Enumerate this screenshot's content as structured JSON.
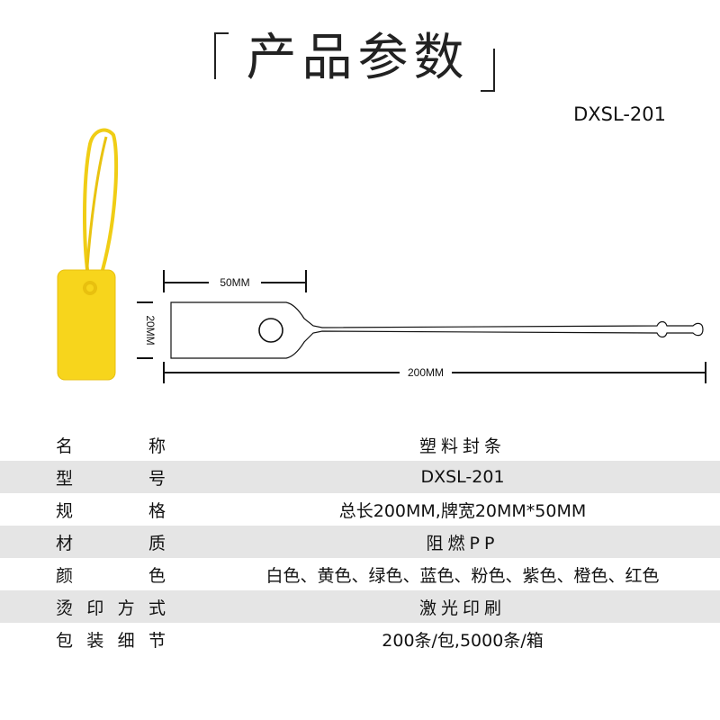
{
  "title": "产品参数",
  "model_code": "DXSL-201",
  "dimensions": {
    "width_label": "50MM",
    "height_label": "20MM",
    "length_label": "200MM"
  },
  "colors": {
    "seal_yellow": "#f7d51c",
    "seal_yellow_dark": "#e8c00f",
    "row_shade": "#e5e5e5"
  },
  "specs": [
    {
      "label": "名称",
      "value": "塑料封条"
    },
    {
      "label": "型号",
      "value": "DXSL-201"
    },
    {
      "label": "规格",
      "value": "总长200MM,牌宽20MM*50MM"
    },
    {
      "label": "材质",
      "value": "阻燃PP"
    },
    {
      "label": "颜色",
      "value": "白色、黄色、绿色、蓝色、粉色、紫色、橙色、红色"
    },
    {
      "label": "烫印方式",
      "value": "激光印刷"
    },
    {
      "label": "包装细节",
      "value": "200条/包,5000条/箱"
    }
  ]
}
